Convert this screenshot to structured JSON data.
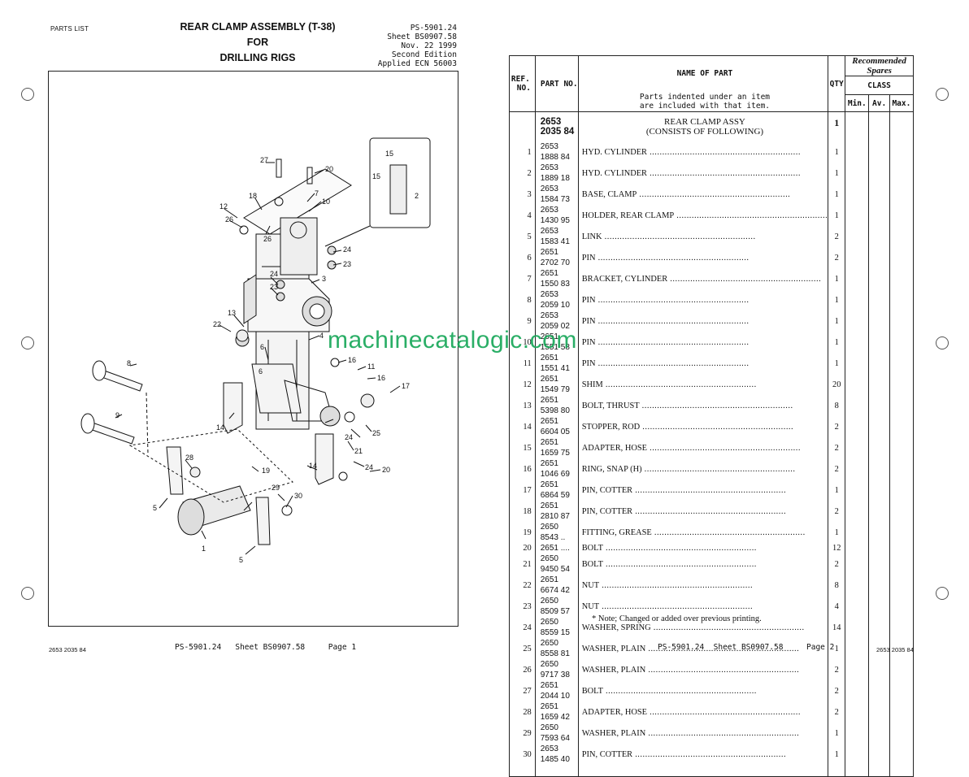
{
  "left_page": {
    "header_label": "PARTS LIST",
    "title_lines": [
      "REAR CLAMP ASSEMBLY (T-38)",
      "FOR",
      "DRILLING RIGS"
    ],
    "meta_lines": [
      "PS-5901.24",
      "Sheet BS0907.58",
      "Nov. 22 1999",
      "Second Edition",
      "Applied ECN 56003"
    ],
    "footer_left": "2653 2035 84",
    "footer_center": "PS-5901.24   Sheet BS0907.58     Page 1",
    "diagram_callouts": [
      "27",
      "20",
      "18",
      "7",
      "12",
      "10",
      "26",
      "26",
      "15",
      "15",
      "2",
      "24",
      "23",
      "24",
      "23",
      "3",
      "13",
      "22",
      "4",
      "6",
      "8",
      "16",
      "11",
      "16",
      "17",
      "9",
      "14",
      "6",
      "24",
      "21",
      "25",
      "28",
      "19",
      "14",
      "24",
      "20",
      "5",
      "29",
      "30",
      "1",
      "5"
    ]
  },
  "right_page": {
    "table_header": {
      "ref_no": "REF. NO.",
      "ref_line1": "REF.",
      "ref_line2": "NO.",
      "part_no": "PART NO.",
      "name_of_part": "NAME OF PART",
      "indent_note_line1": "Parts indented under an item",
      "indent_note_line2": "are included with that item.",
      "qty": "QTY",
      "recommended_spares": "Recommended Spares",
      "class": "CLASS",
      "min": "Min.",
      "av": "Av.",
      "max": "Max."
    },
    "assembly": {
      "part_no": "2653 2035 84",
      "name": "REAR CLAMP ASSY",
      "subname": "(CONSISTS OF FOLLOWING)",
      "qty": "1"
    },
    "rows": [
      {
        "ref": "1",
        "part": "2653 1888 84",
        "name": "HYD. CYLINDER",
        "qty": "1"
      },
      {
        "ref": "2",
        "part": "2653 1889 18",
        "name": "HYD. CYLINDER",
        "qty": "1"
      },
      {
        "ref": "3",
        "part": "2653 1584 73",
        "name": "BASE, CLAMP",
        "qty": "1"
      },
      {
        "ref": "4",
        "part": "2653 1430 95",
        "name": "HOLDER, REAR CLAMP",
        "qty": "1"
      },
      {
        "ref": "5",
        "part": "2653 1583 41",
        "name": "LINK",
        "qty": "2"
      },
      {
        "ref": "6",
        "part": "2651 2702 70",
        "name": "PIN",
        "qty": "2"
      },
      {
        "ref": "7",
        "part": "2651 1550 83",
        "name": "BRACKET, CYLINDER",
        "qty": "1"
      },
      {
        "ref": "8",
        "part": "2653 2059 10",
        "name": "PIN",
        "qty": "1"
      },
      {
        "ref": "9",
        "part": "2653 2059 02",
        "name": "PIN",
        "qty": "1"
      },
      {
        "ref": "10",
        "part": "2651 1551 58",
        "name": "PIN",
        "qty": "1"
      },
      {
        "ref": "11",
        "part": "2651 1551 41",
        "name": "PIN",
        "qty": "1"
      },
      {
        "ref": "12",
        "part": "2651 1549 79",
        "name": "SHIM",
        "qty": "20"
      },
      {
        "ref": "13",
        "part": "2651 5398 80",
        "name": "BOLT, THRUST",
        "qty": "8"
      },
      {
        "ref": "14",
        "part": "2651 6604 05",
        "name": "STOPPER, ROD",
        "qty": "2"
      },
      {
        "ref": "15",
        "part": "2651 1659 75",
        "name": "ADAPTER, HOSE",
        "qty": "2"
      },
      {
        "ref": "16",
        "part": "2651 1046 69",
        "name": "RING, SNAP (H)",
        "qty": "2"
      },
      {
        "ref": "17",
        "part": "2651 6864 59",
        "name": "PIN, COTTER",
        "qty": "1"
      },
      {
        "ref": "18",
        "part": "2651 2810 87",
        "name": "PIN, COTTER",
        "qty": "2"
      },
      {
        "ref": "19",
        "part": "2650 8543 ..",
        "name": "FITTING, GREASE",
        "qty": "1"
      },
      {
        "ref": "20",
        "part": "2651 ....",
        "name": "BOLT",
        "qty": "12"
      },
      {
        "ref": "21",
        "part": "2650 9450 54",
        "name": "BOLT",
        "qty": "2"
      },
      {
        "ref": "22",
        "part": "2651 6674 42",
        "name": "NUT",
        "qty": "8"
      },
      {
        "ref": "23",
        "part": "2650 8509 57",
        "name": "NUT",
        "qty": "4"
      },
      {
        "ref": "24",
        "part": "2650 8559 15",
        "name": "WASHER, SPRING",
        "qty": "14"
      },
      {
        "ref": "25",
        "part": "2650 8558 81",
        "name": "WASHER, PLAIN",
        "qty": "1"
      },
      {
        "ref": "26",
        "part": "2650 9717 38",
        "name": "WASHER, PLAIN",
        "qty": "2"
      },
      {
        "ref": "27",
        "part": "2651 2044 10",
        "name": "BOLT",
        "qty": "2"
      },
      {
        "ref": "28",
        "part": "2651 1659 42",
        "name": "ADAPTER, HOSE",
        "qty": "2"
      },
      {
        "ref": "29",
        "part": "2650 7593 64",
        "name": "WASHER, PLAIN",
        "qty": "1"
      },
      {
        "ref": "30",
        "part": "2653 1485 40",
        "name": "PIN, COTTER",
        "qty": "1"
      }
    ],
    "note": "* Note; Changed or added over previous printing.",
    "footer_center": "PS-5901.24  Sheet BS0907.58     Page 2",
    "footer_right": "2653 2035 84"
  },
  "watermark": "machinecatalogic.com",
  "colors": {
    "watermark": "#19a85a",
    "ink": "#111111",
    "paper": "#ffffff"
  }
}
